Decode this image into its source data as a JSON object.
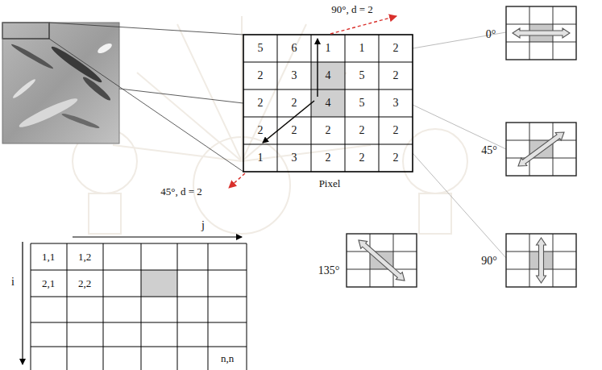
{
  "diagram": {
    "labels": [
      "90°, d = 2",
      "5",
      "6",
      "1",
      "1",
      "2",
      "2",
      "3",
      "4",
      "5",
      "2",
      "2",
      "2",
      "4",
      "5",
      "3",
      "2",
      "2",
      "2",
      "2",
      "2",
      "1",
      "3",
      "2",
      "2",
      "2",
      "45°, d = 2",
      "Pixel",
      "0°",
      "45°",
      "135°",
      "90°",
      "j",
      "1,1",
      "1,2",
      "2,1",
      "2,2",
      "i",
      "n,n"
    ]
  }
}
